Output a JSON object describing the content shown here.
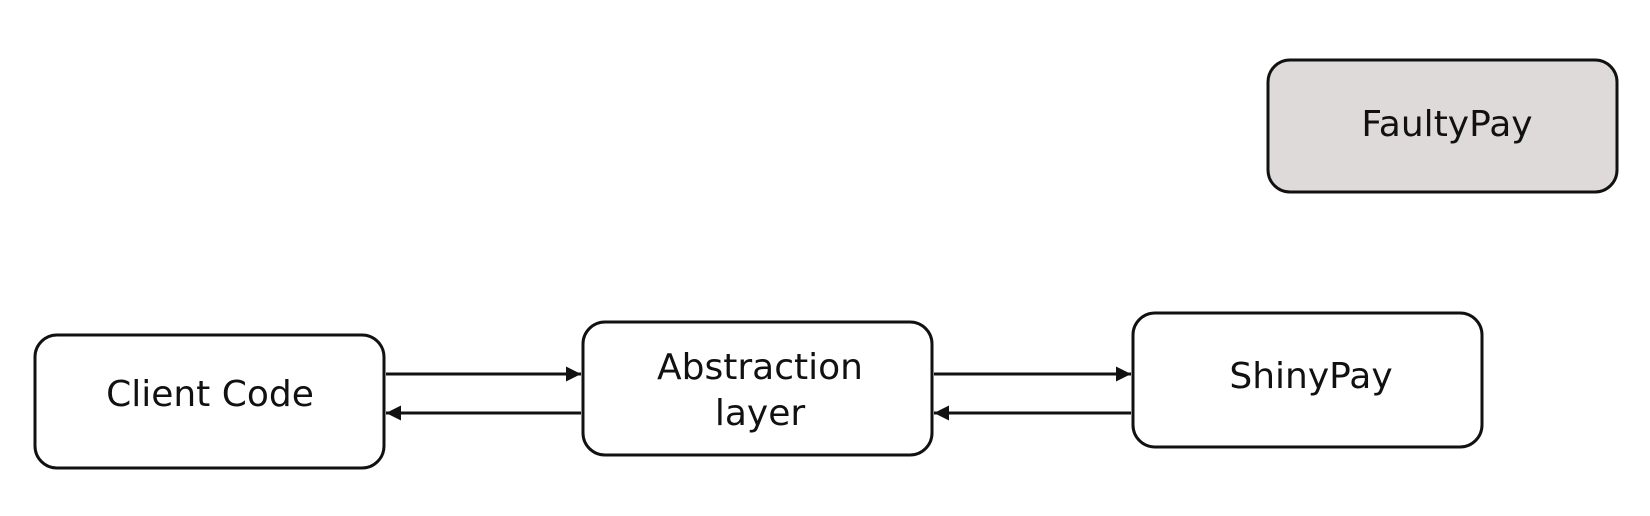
{
  "nodes": {
    "faulty_pay": {
      "label": "FaultyPay",
      "fill": "#dfdada"
    },
    "client_code": {
      "label": "Client Code",
      "fill": "#ffffff"
    },
    "abstraction": {
      "label_line1": "Abstraction",
      "label_line2": "layer",
      "fill": "#ffffff"
    },
    "shiny_pay": {
      "label": "ShinyPay",
      "fill": "#ffffff"
    }
  },
  "colors": {
    "stroke": "#111111",
    "text": "#111111",
    "background": "#ffffff"
  }
}
